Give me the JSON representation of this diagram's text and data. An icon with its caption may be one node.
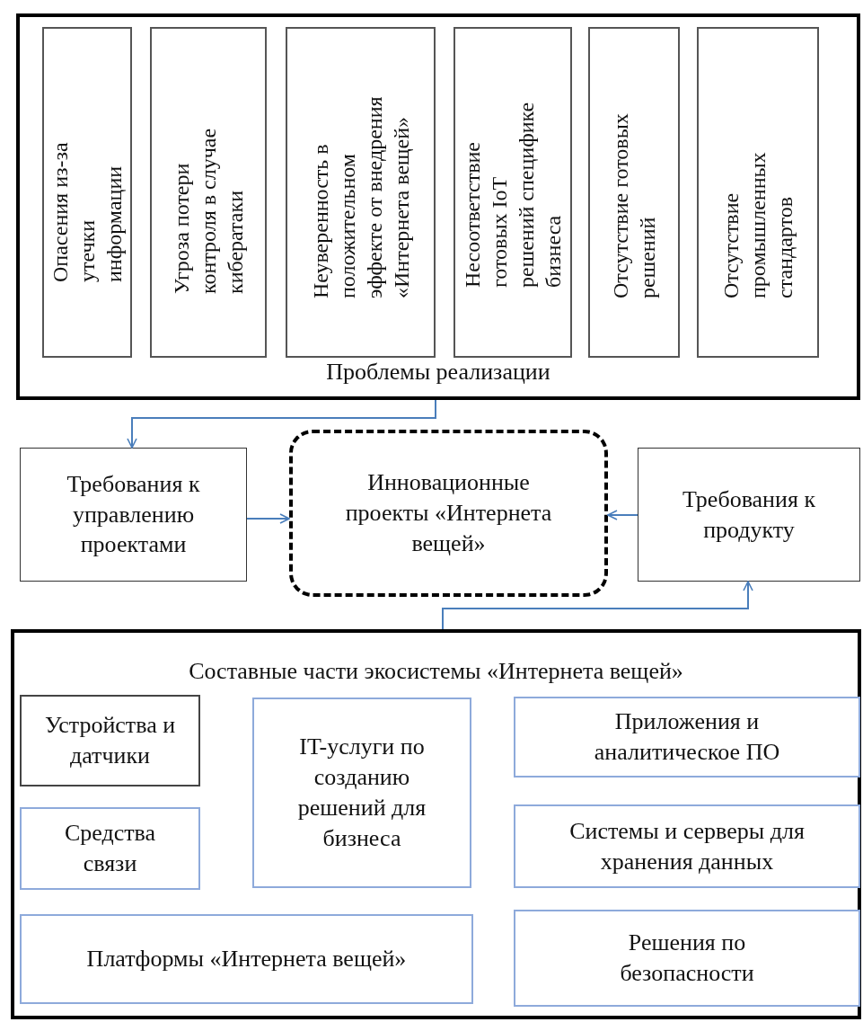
{
  "diagram": {
    "nodes": [
      {
        "text": [
          "Проблемы реализации"
        ]
      },
      {
        "text": [
          "Опасения из-за утечки информации"
        ],
        "in": 0
      },
      {
        "text": [
          "Угроза потери контроля в случае кибератаки"
        ],
        "in": 0
      },
      {
        "text": [
          "Неуверенность в положительном эффекте от внедрения «Интернета вещей»"
        ],
        "in": 0
      },
      {
        "text": [
          "Несоответствие готовых IoT решений специфике бизнеса"
        ],
        "in": 0
      },
      {
        "text": [
          "Отсутствие готовых решений"
        ],
        "in": 0
      },
      {
        "text": [
          "Отсутствие промышленных стандартов"
        ],
        "in": 0
      },
      {
        "text": [
          "Требования к управлению проектами"
        ]
      },
      {
        "text": [
          "Инновационные проекты «Интернета вещей»"
        ]
      },
      {
        "text": [
          "Требования к продукту"
        ]
      },
      {
        "text": [
          "Составные части экосистемы «Интернета вещей»"
        ]
      },
      {
        "text": [
          "Устройства и датчики"
        ],
        "in": 10
      },
      {
        "text": [
          "IT-услуги по созданию решений для бизнеса"
        ],
        "in": 10
      },
      {
        "text": [
          "Приложения и аналитическое ПО"
        ],
        "in": 10
      },
      {
        "text": [
          "Средства связи"
        ],
        "in": 10
      },
      {
        "text": [
          "Системы и серверы для хранения данных"
        ],
        "in": 10
      },
      {
        "text": [
          "Платформы «Интернета вещей»"
        ],
        "in": 10
      },
      {
        "text": [
          "Решения по безопасности"
        ],
        "in": 10
      }
    ],
    "edges": [
      {
        "from": 0,
        "to": 7,
        "arrow": "to"
      },
      {
        "from": 7,
        "to": 8,
        "arrow": "to"
      },
      {
        "from": 9,
        "to": 8,
        "arrow": "to"
      },
      {
        "from": 10,
        "to": 9,
        "arrow": "to"
      }
    ]
  }
}
